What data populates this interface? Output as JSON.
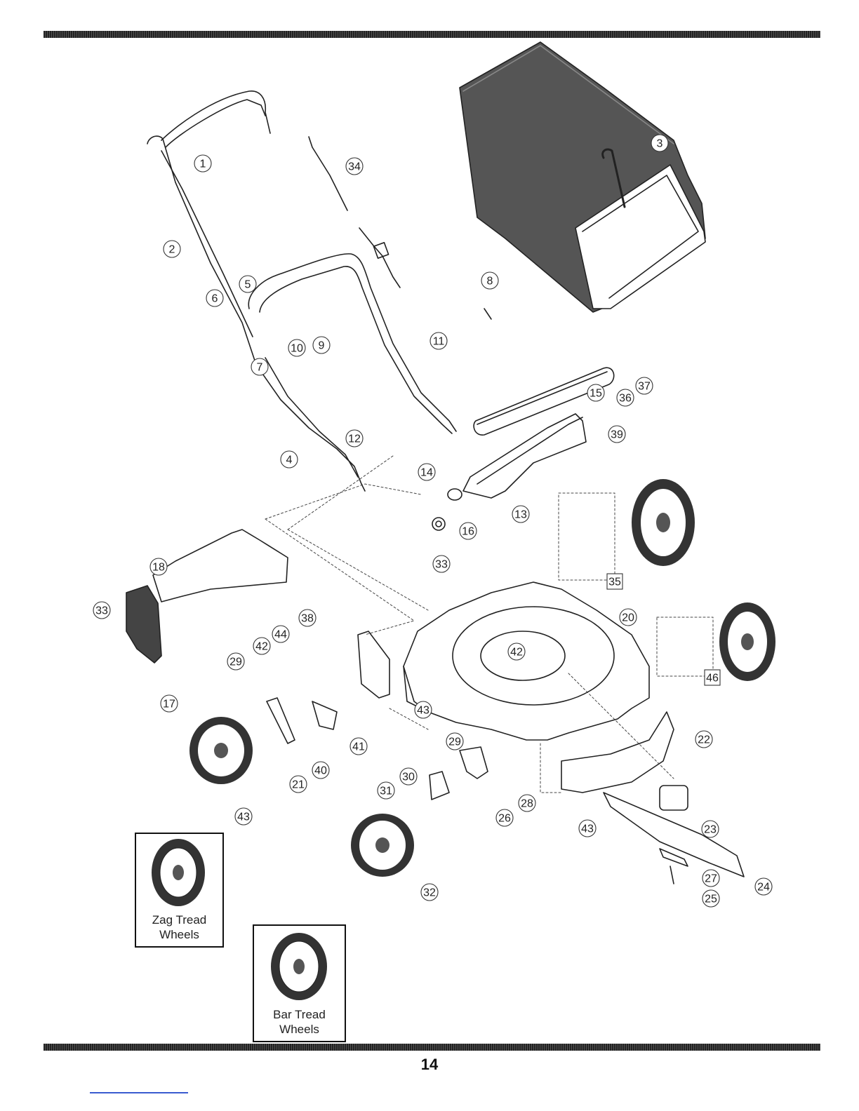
{
  "parts_diagram": {
    "callouts": [
      "1",
      "2",
      "3",
      "4",
      "5",
      "6",
      "7",
      "8",
      "9",
      "10",
      "11",
      "12",
      "13",
      "14",
      "15",
      "16",
      "17",
      "18",
      "20",
      "21",
      "22",
      "23",
      "24",
      "25",
      "26",
      "27",
      "28",
      "29",
      "30",
      "31",
      "32",
      "33",
      "34",
      "36",
      "37",
      "38",
      "39",
      "40",
      "41",
      "42",
      "43",
      "44"
    ],
    "boxed_callouts": [
      "35",
      "46"
    ]
  },
  "insets": [
    {
      "line1": "Zag Tread",
      "line2": "Wheels"
    },
    {
      "line1": "Bar Tread",
      "line2": "Wheels"
    }
  ],
  "page_number": "14"
}
